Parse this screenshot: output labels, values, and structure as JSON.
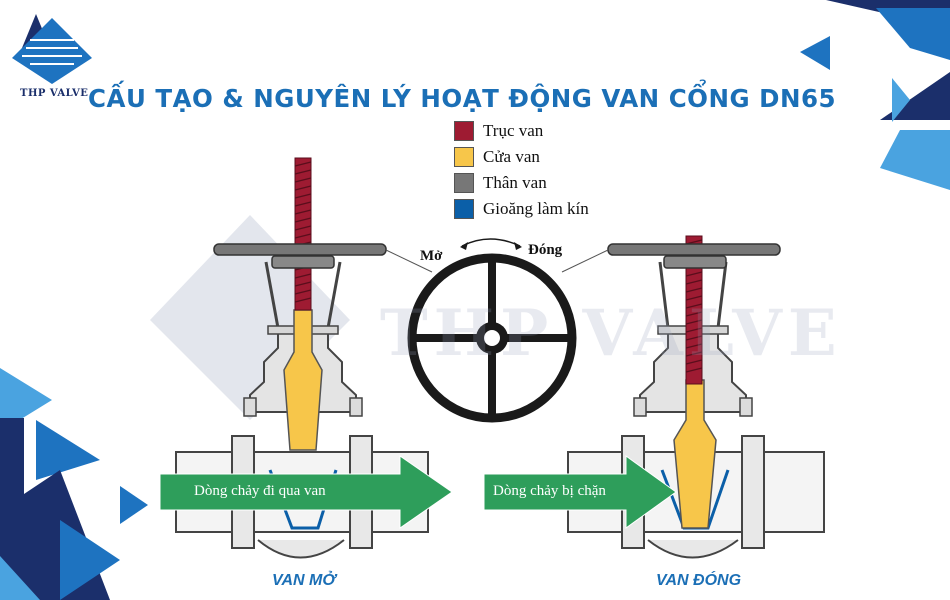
{
  "brand": {
    "logo_text": "THP VALVE"
  },
  "title": "CẤU TẠO & NGUYÊN LÝ HOẠT ĐỘNG VAN CỔNG DN65",
  "watermark": "THP VALVE",
  "legend": [
    {
      "label": "Trục van",
      "color": "#9e1b32"
    },
    {
      "label": "Cửa van",
      "color": "#f7c64a"
    },
    {
      "label": "Thân van",
      "color": "#777777"
    },
    {
      "label": "Gioăng làm kín",
      "color": "#0b5fa8"
    }
  ],
  "handwheel": {
    "open_label": "Mở",
    "close_label": "Đóng"
  },
  "valves": [
    {
      "caption": "VAN MỞ",
      "flow_label": "Dòng chảy đi qua van"
    },
    {
      "caption": "VAN ĐÓNG",
      "flow_label": "Dòng chảy bị chặn"
    }
  ],
  "colors": {
    "title_blue": "#1b6fb6",
    "deco_dark": "#1b2f6b",
    "deco_mid": "#1e73c0",
    "deco_light": "#4aa3e0",
    "flow_arrow": "#2e9e5b",
    "body_fill": "#f4f4f4",
    "outline": "#444444"
  }
}
